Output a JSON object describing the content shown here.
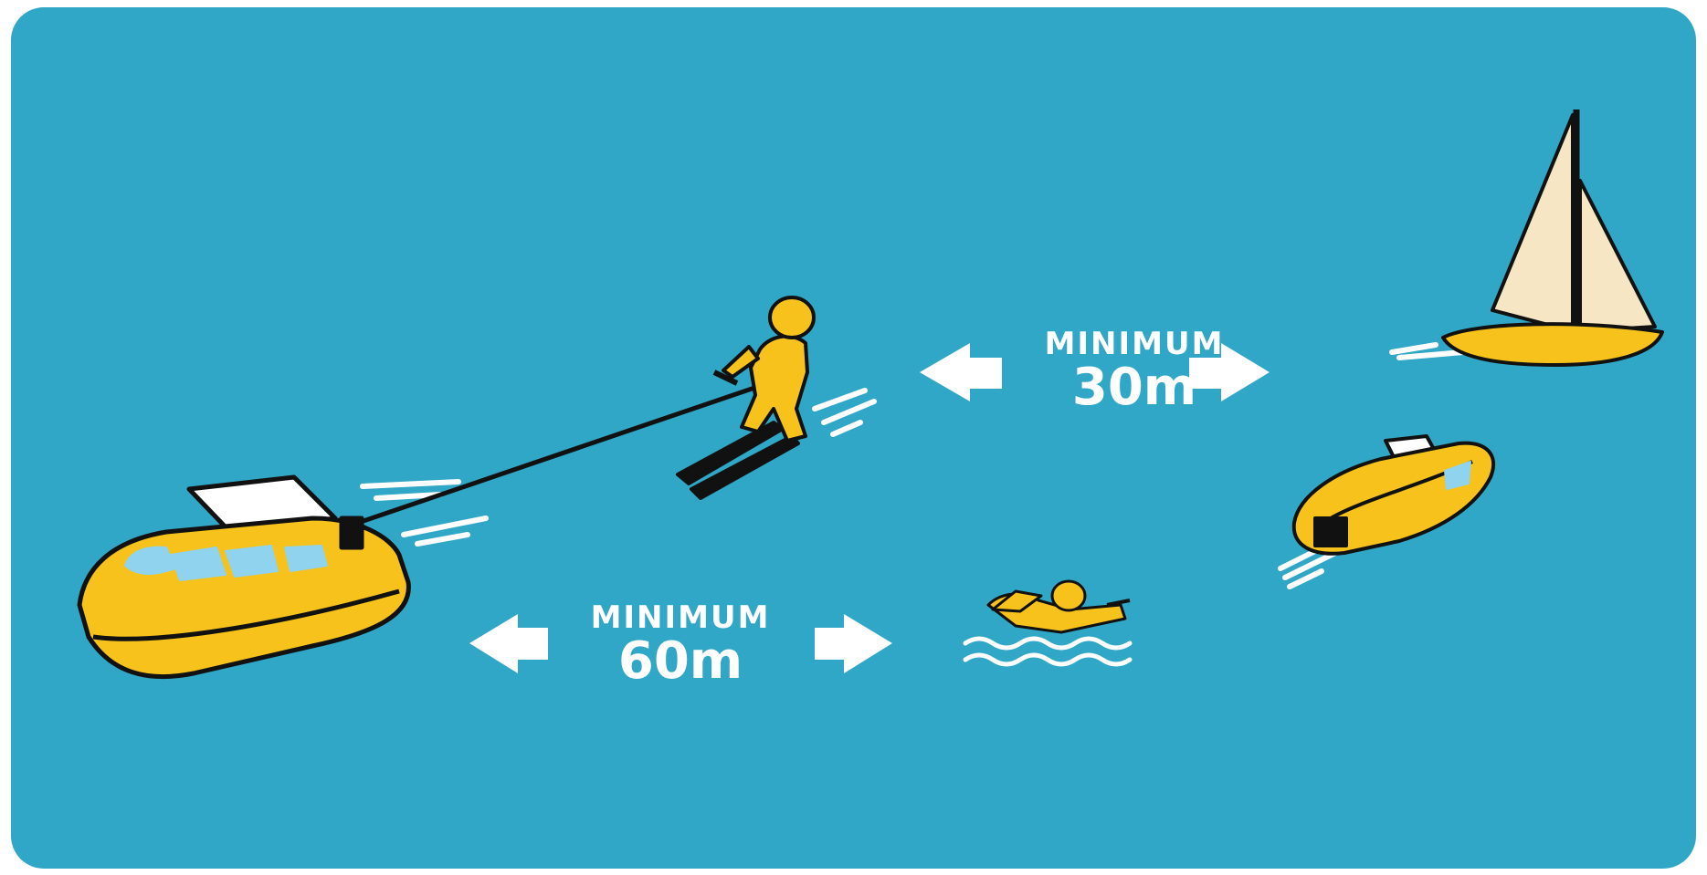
{
  "colors": {
    "water": "#31a7c8",
    "boat_yellow": "#f6c21b",
    "sail": "#f7e6c4",
    "outline": "#111111",
    "window": "#8fd3ee",
    "white": "#ffffff"
  },
  "labels": {
    "top": {
      "word": "MINIMUM",
      "distance": "30m"
    },
    "bottom": {
      "word": "MINIMUM",
      "distance": "60m"
    }
  },
  "icons": [
    "tow-boat-icon",
    "water-skier-icon",
    "swimmer-icon",
    "sailboat-icon",
    "motorboat-icon",
    "arrow-left-icon",
    "arrow-right-icon"
  ]
}
